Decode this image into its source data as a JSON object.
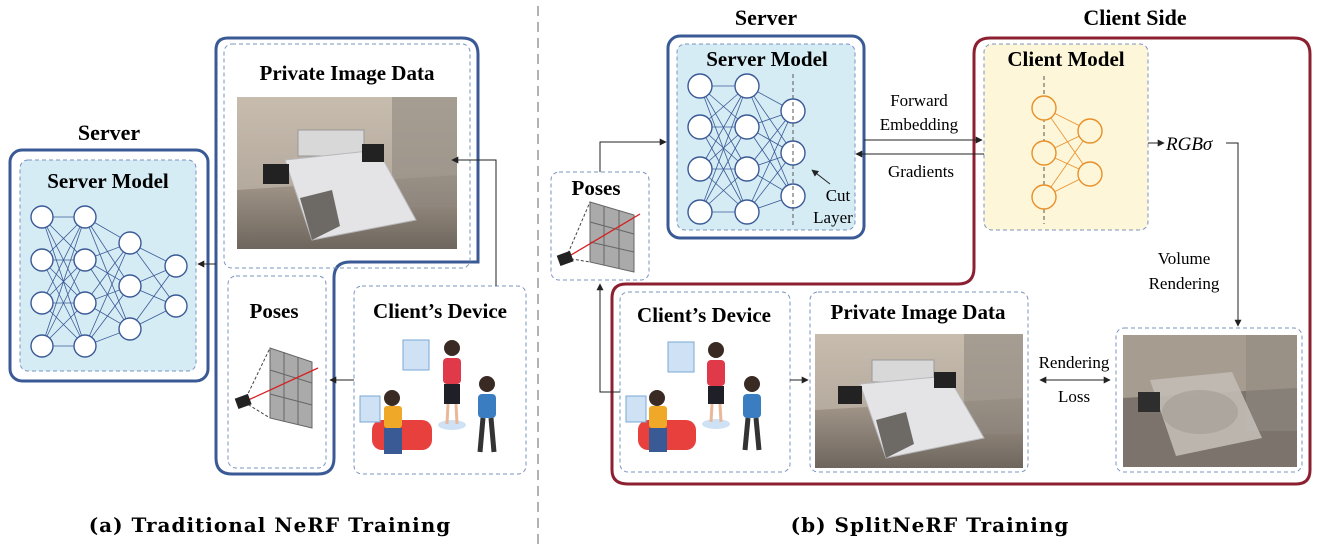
{
  "panel_a": {
    "server_title": "Server",
    "server_model": "Server Model",
    "private_image_data": "Private Image Data",
    "poses": "Poses",
    "clients_device": "Client’s Device",
    "caption": "(a) Traditional NeRF Training"
  },
  "panel_b": {
    "server_title": "Server",
    "client_side_title": "Client Side",
    "server_model": "Server Model",
    "client_model": "Client Model",
    "cut_layer_line1": "Cut",
    "cut_layer_line2": "Layer",
    "forward_embedding_line1": "Forward",
    "forward_embedding_line2": "Embedding",
    "gradients": "Gradients",
    "rgb_sigma": "RGBσ",
    "volume_rendering_line1": "Volume",
    "volume_rendering_line2": "Rendering",
    "poses": "Poses",
    "clients_device": "Client’s Device",
    "private_image_data": "Private Image Data",
    "rendering_loss_line1": "Rendering",
    "rendering_loss_line2": "Loss",
    "caption": "(b) SplitNeRF Training"
  },
  "colors": {
    "server_border": "#3a5a96",
    "client_border": "#8c2030",
    "server_fill": "#d6ecf5",
    "client_fill": "#fdf6d8",
    "client_node": "#e8902a",
    "laser": "#d42020"
  }
}
